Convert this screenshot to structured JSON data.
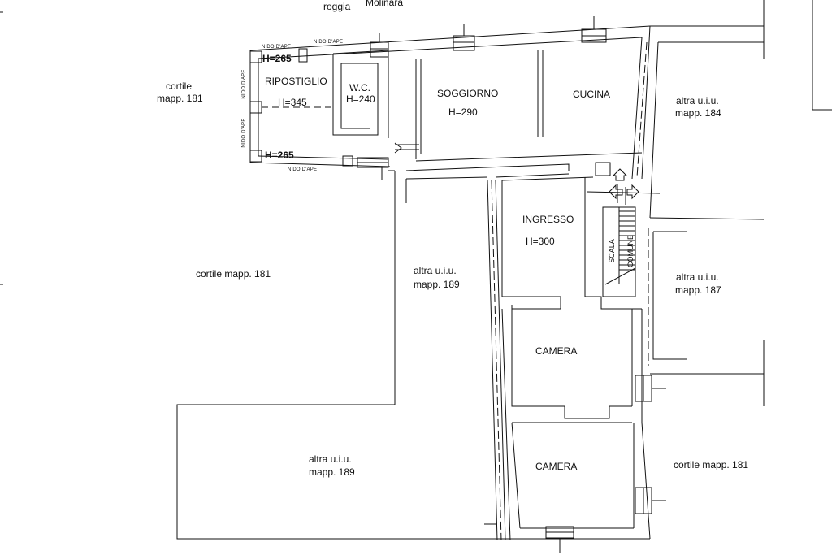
{
  "labels": {
    "roggia": "roggia",
    "molinara": "Molinara",
    "cortile_top_left": "cortile",
    "mapp_181_top_left": "mapp. 181",
    "ripostiglio": "RIPOSTIGLIO",
    "wc": "W.C.",
    "h240": "H=240",
    "h345": "H=345",
    "h265_top": "H=265",
    "h265_bottom": "H=265",
    "soggiorno": "SOGGIORNO",
    "h290": "H=290",
    "cucina": "CUCINA",
    "altra_uiu_184": "altra u.i.u.",
    "mapp_184": "mapp. 184",
    "ingresso": "INGRESSO",
    "h300": "H=300",
    "scala": "SCALA",
    "comune": "COMUNE",
    "altra_uiu_187": "altra u.i.u.",
    "mapp_187": "mapp. 187",
    "cortile_mid_left": "cortile  mapp. 181",
    "altra_uiu_189_mid": "altra u.i.u.",
    "mapp_189_mid": "mapp. 189",
    "camera_1": "CAMERA",
    "camera_2": "CAMERA",
    "altra_uiu_189_bottom": "altra u.i.u.",
    "mapp_189_bottom": "mapp. 189",
    "cortile_bottom_right": "cortile  mapp. 181",
    "nido_ape_top_1": "NIDO D'APE",
    "nido_ape_top_2": "NIDO D'APE",
    "nido_ape_left_1": "NIDO D'APE",
    "nido_ape_left_2": "NIDO D'APE",
    "nido_ape_bottom": "NIDO D'APE"
  },
  "colors": {
    "line": "#111111",
    "background": "#ffffff"
  }
}
